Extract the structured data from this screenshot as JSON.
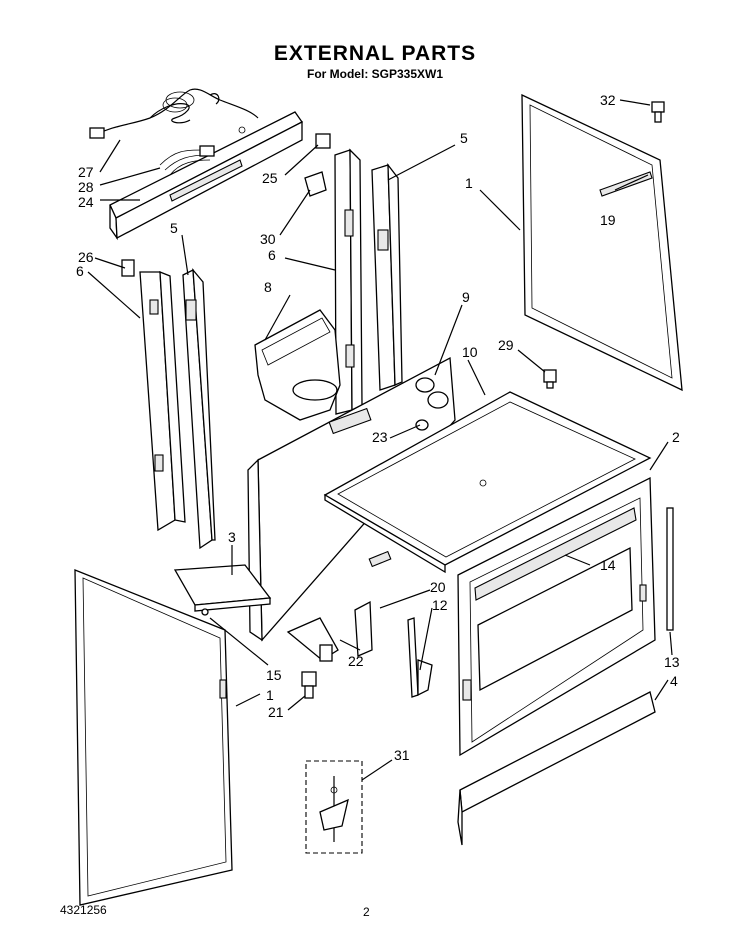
{
  "header": {
    "title": "EXTERNAL PARTS",
    "subtitle": "For Model: SGP335XW1"
  },
  "footer": {
    "doc_number": "4321256",
    "page_number": "2"
  },
  "callouts": {
    "c1a": "1",
    "c1b": "1",
    "c2": "2",
    "c3": "3",
    "c4": "4",
    "c5a": "5",
    "c5b": "5",
    "c6a": "6",
    "c6b": "6",
    "c8": "8",
    "c9": "9",
    "c10": "10",
    "c12": "12",
    "c13": "13",
    "c14": "14",
    "c15": "15",
    "c19": "19",
    "c20": "20",
    "c21": "21",
    "c22": "22",
    "c23": "23",
    "c24": "24",
    "c25": "25",
    "c26": "26",
    "c27": "27",
    "c28": "28",
    "c29": "29",
    "c30": "30",
    "c31": "31",
    "c32": "32"
  }
}
